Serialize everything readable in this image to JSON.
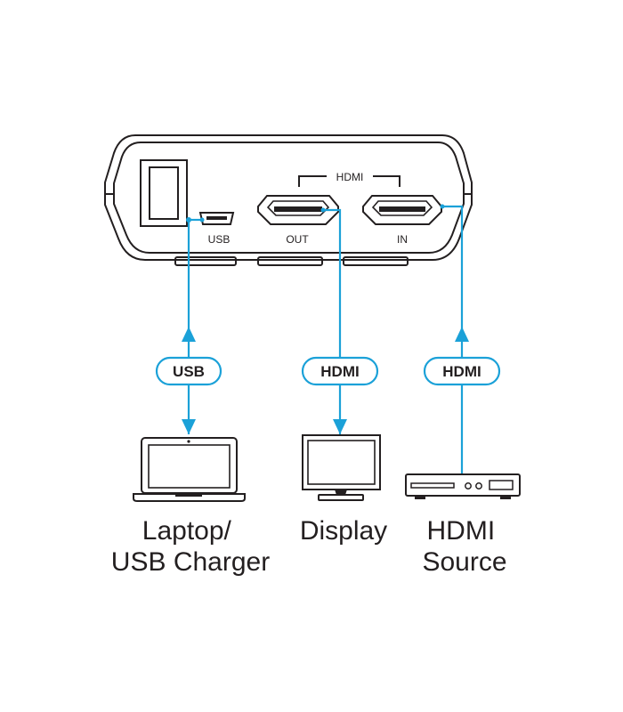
{
  "device": {
    "hdmi_group_label": "HDMI",
    "ports": {
      "usb": "USB",
      "out": "OUT",
      "in": "IN"
    }
  },
  "connections": [
    {
      "label": "USB"
    },
    {
      "label": "HDMI"
    },
    {
      "label": "HDMI"
    }
  ],
  "devices": [
    {
      "lines": [
        "Laptop/",
        "USB Charger"
      ],
      "icon": "laptop-icon"
    },
    {
      "lines": [
        "Display"
      ],
      "icon": "monitor-icon"
    },
    {
      "lines": [
        "HDMI",
        "Source"
      ],
      "icon": "media-player-icon"
    }
  ],
  "colors": {
    "cable": "#1ba1d8",
    "ink": "#231f20"
  }
}
